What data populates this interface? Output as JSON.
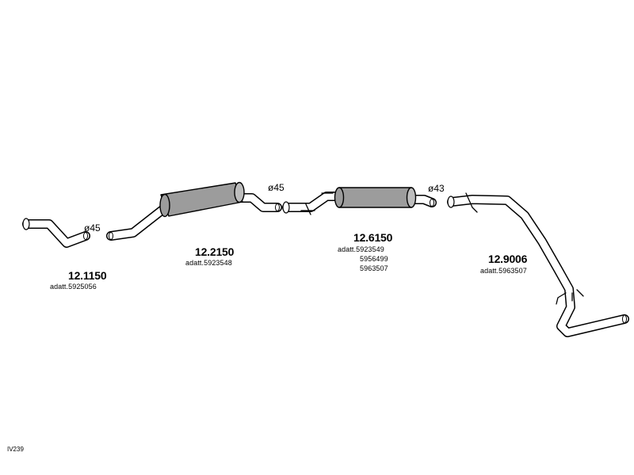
{
  "parts": [
    {
      "code": "12.1150",
      "references": [
        "adatt.5925056"
      ],
      "diameter": "ø45"
    },
    {
      "code": "12.2150",
      "references": [
        "adatt.5923548"
      ],
      "diameter": "ø45"
    },
    {
      "code": "12.6150",
      "references": [
        "adatt.5923549",
        "5956499",
        "5963507"
      ],
      "diameter": "ø43"
    },
    {
      "code": "12.9006",
      "references": [
        "adatt.5963507"
      ]
    }
  ],
  "diagram_code": "IV239",
  "colors": {
    "muffler_fill": "#9c9c9c",
    "outline": "#000000",
    "background": "#ffffff"
  }
}
